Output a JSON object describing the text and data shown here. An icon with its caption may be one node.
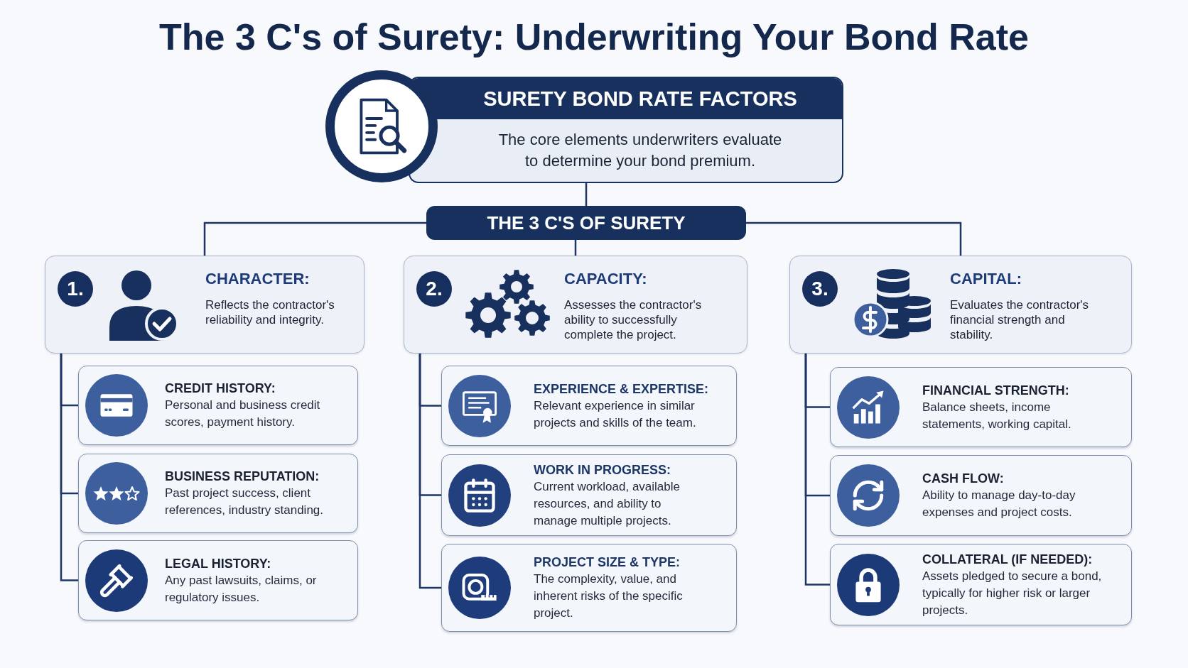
{
  "diagram": {
    "title": "The 3 C's of Surety: Underwriting Your Bond Rate",
    "nodes": [
      {
        "text": [
          "SURETY BOND RATE FACTORS",
          "The core elements underwriters evaluate to determine your bond premium."
        ]
      },
      {
        "text": [
          "THE 3 C'S OF SURETY"
        ]
      },
      {
        "text": [
          "1.",
          "CHARACTER:",
          "Reflects the contractor's reliability and integrity."
        ]
      },
      {
        "text": [
          "2.",
          "CAPACITY:",
          "Assesses the contractor's ability to successfully complete the project."
        ]
      },
      {
        "text": [
          "3.",
          "CAPITAL:",
          "Evaluates the contractor's financial strength and stability."
        ]
      },
      {
        "text": [
          "CREDIT HISTORY:",
          "Personal and business credit scores, payment history."
        ]
      },
      {
        "text": [
          "BUSINESS REPUTATION:",
          "Past project success, client references, industry standing."
        ]
      },
      {
        "text": [
          "LEGAL HISTORY:",
          "Any past lawsuits, claims, or regulatory issues."
        ]
      },
      {
        "text": [
          "EXPERIENCE & EXPERTISE:",
          "Relevant experience in similar projects and skills of the team."
        ]
      },
      {
        "text": [
          "WORK IN PROGRESS:",
          "Current workload, available resources, and ability to manage multiple projects."
        ]
      },
      {
        "text": [
          "PROJECT SIZE & TYPE:",
          "The complexity, value, and inherent risks of the specific project."
        ]
      },
      {
        "text": [
          "FINANCIAL STRENGTH:",
          "Balance sheets, income statements, working capital."
        ]
      },
      {
        "text": [
          "CASH FLOW:",
          "Ability to manage day-to-day expenses and project costs."
        ]
      },
      {
        "text": [
          "COLLATERAL (IF NEEDED):",
          "Assets pledged to secure a bond, typically for higher risk or larger projects."
        ]
      }
    ],
    "edges": [
      {
        "from": 0,
        "to": 1,
        "arrow": "none"
      },
      {
        "from": 1,
        "to": 2,
        "arrow": "none"
      },
      {
        "from": 1,
        "to": 3,
        "arrow": "none"
      },
      {
        "from": 1,
        "to": 4,
        "arrow": "none"
      },
      {
        "from": 2,
        "to": 5,
        "arrow": "none"
      },
      {
        "from": 2,
        "to": 6,
        "arrow": "none"
      },
      {
        "from": 2,
        "to": 7,
        "arrow": "none"
      },
      {
        "from": 3,
        "to": 8,
        "arrow": "none"
      },
      {
        "from": 3,
        "to": 9,
        "arrow": "none"
      },
      {
        "from": 3,
        "to": 10,
        "arrow": "none"
      },
      {
        "from": 4,
        "to": 11,
        "arrow": "none"
      },
      {
        "from": 4,
        "to": 12,
        "arrow": "none"
      },
      {
        "from": 4,
        "to": 13,
        "arrow": "none"
      }
    ]
  }
}
